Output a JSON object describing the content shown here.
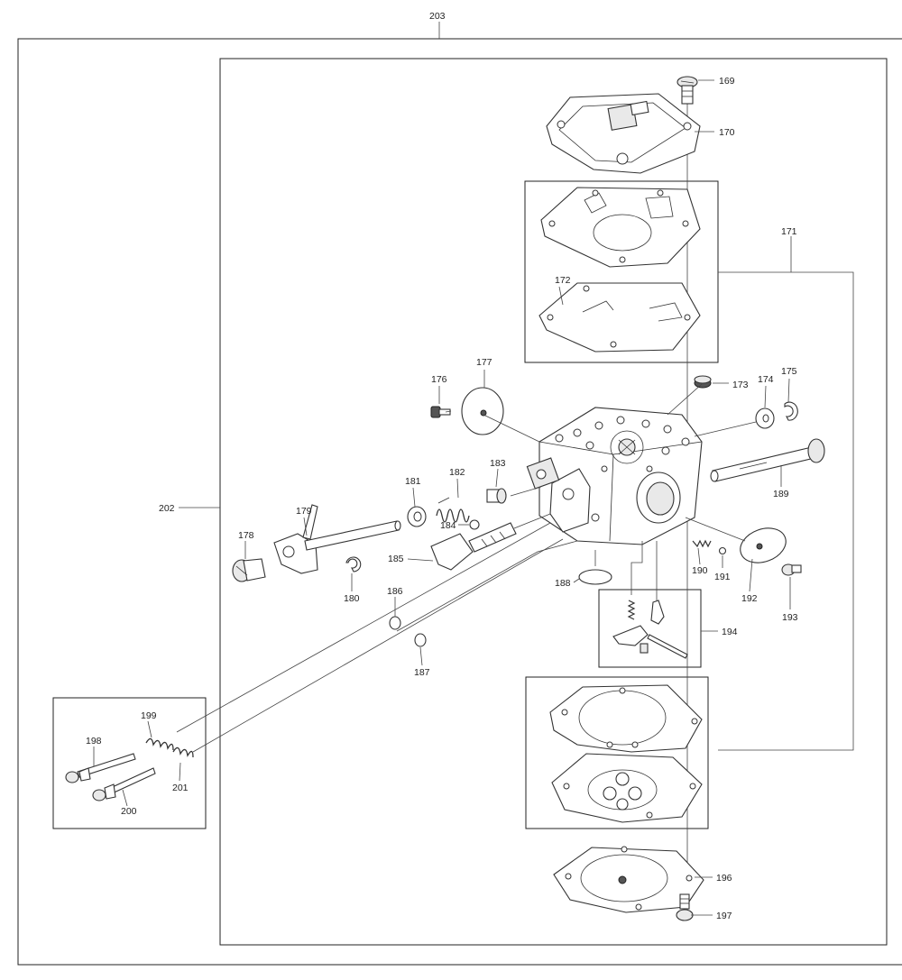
{
  "labels": {
    "l169": "169",
    "l170": "170",
    "l171": "171",
    "l172": "172",
    "l173": "173",
    "l174": "174",
    "l175": "175",
    "l176": "176",
    "l177": "177",
    "l178": "178",
    "l179": "179",
    "l180": "180",
    "l181": "181",
    "l182": "182",
    "l183": "183",
    "l184": "184",
    "l185": "185",
    "l186": "186",
    "l187": "187",
    "l188": "188",
    "l189": "189",
    "l190": "190",
    "l191": "191",
    "l192": "192",
    "l193": "193",
    "l194": "194",
    "l196": "196",
    "l197": "197",
    "l198": "198",
    "l199": "199",
    "l200": "200",
    "l201": "201",
    "l202": "202",
    "l203": "203"
  }
}
